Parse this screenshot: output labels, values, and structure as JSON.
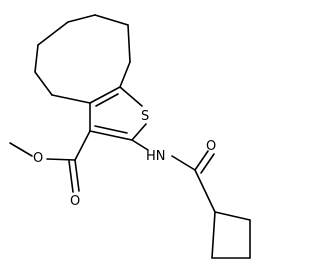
{
  "molecule": {
    "atoms": {
      "sulfur": "S",
      "amide_nitrogen": "HN",
      "amide_oxygen": "O",
      "ester_carbonyl_oxygen": "O",
      "ester_ether_oxygen": "O"
    }
  },
  "colors": {
    "bond": "#000000",
    "background": "#ffffff"
  }
}
